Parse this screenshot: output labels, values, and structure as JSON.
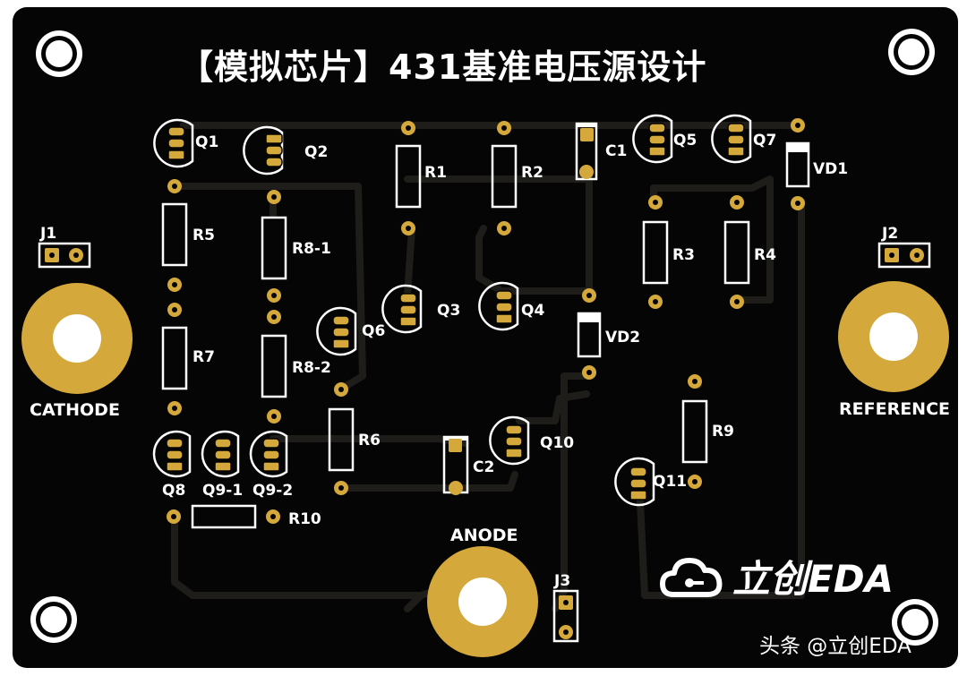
{
  "title": "【模拟芯片】431基准电压源设计",
  "connectors": {
    "cathode": "CATHODE",
    "reference": "REFERENCE",
    "anode": "ANODE"
  },
  "components": {
    "Q1": "Q1",
    "Q2": "Q2",
    "Q3": "Q3",
    "Q4": "Q4",
    "Q5": "Q5",
    "Q6": "Q6",
    "Q7": "Q7",
    "Q8": "Q8",
    "Q9_1": "Q9-1",
    "Q9_2": "Q9-2",
    "Q10": "Q10",
    "Q11": "Q11",
    "R1": "R1",
    "R2": "R2",
    "R3": "R3",
    "R4": "R4",
    "R5": "R5",
    "R6": "R6",
    "R7": "R7",
    "R8_1": "R8-1",
    "R8_2": "R8-2",
    "R9": "R9",
    "R10": "R10",
    "C1": "C1",
    "C2": "C2",
    "VD1": "VD1",
    "VD2": "VD2",
    "J1": "J1",
    "J2": "J2",
    "J3": "J3"
  },
  "logo": "立创EDA",
  "watermark": "头条 @立创EDA",
  "colors": {
    "board": "#050505",
    "trace": "#1c1a17",
    "pad": "#d4a83a",
    "silk": "#ffffff"
  }
}
